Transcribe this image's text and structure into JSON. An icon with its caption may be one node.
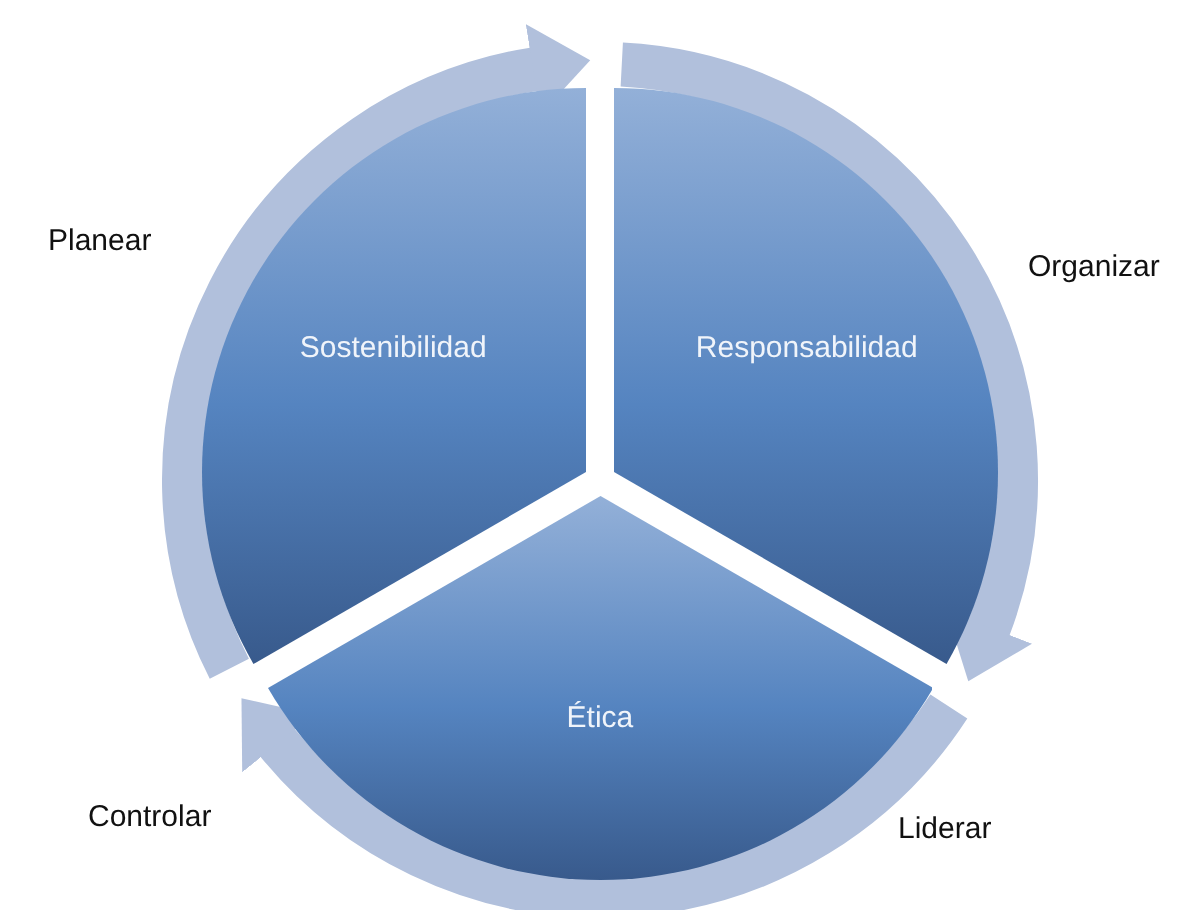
{
  "diagram": {
    "nodes": [
      {
        "text": [
          "Sostenibilidad"
        ]
      },
      {
        "text": [
          "Responsabilidad"
        ]
      },
      {
        "text": [
          "Ética"
        ]
      }
    ],
    "labels": [
      "Planear",
      "Organizar",
      "Controlar",
      "Liderar"
    ]
  }
}
